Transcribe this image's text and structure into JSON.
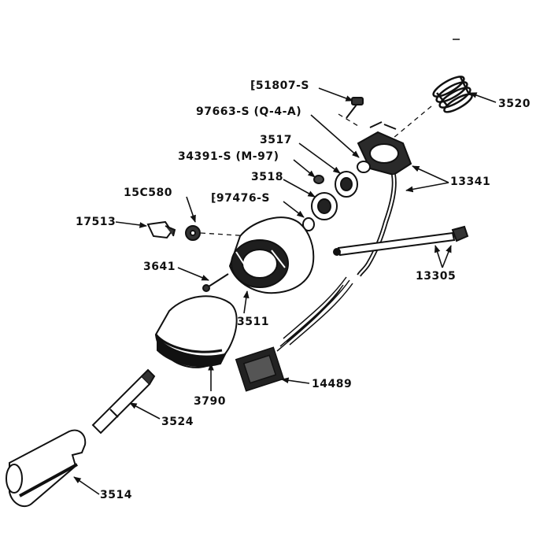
{
  "diagram": {
    "labels": {
      "p51807": "⁅51807-S",
      "p97663": "97663-S (Q-4-A)",
      "p3517": "3517",
      "p34391": "34391-S (M-97)",
      "p3518": "3518",
      "p15c580": "15C580",
      "p97476": "⁅97476-S",
      "p17513": "17513",
      "p3641": "3641",
      "p3511": "3511",
      "p3790": "3790",
      "p3524": "3524",
      "p3514": "3514",
      "p3520": "3520",
      "p13341": "13341",
      "p13305": "13305",
      "p14489": "14489"
    }
  }
}
